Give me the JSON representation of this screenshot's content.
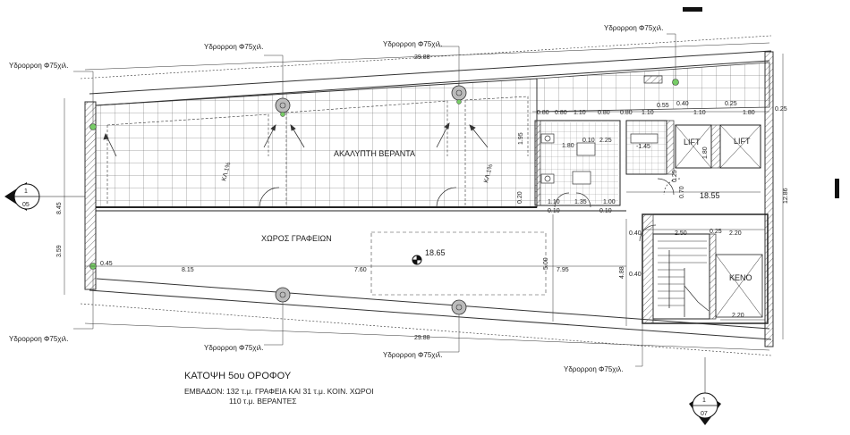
{
  "notes": {
    "drain": "Υδρορροη Φ75χιλ."
  },
  "rooms": {
    "veranda": "ΑΚΑΛΥΠΤΗ ΒΕΡΑΝΤΑ",
    "offices": "ΧΩΡΟΣ ΓΡΑΦΕΙΩΝ",
    "lift1": "LIFT",
    "lift2": "LIFT",
    "void": "ΚΕΝΟ"
  },
  "levels": {
    "main": "18.65",
    "stair": "18.55"
  },
  "slopes": {
    "s1": "ΚΛ.1%",
    "s2": "ΚΛ.1%"
  },
  "dims": {
    "top_total": "29.88",
    "bottom_total": "29.88",
    "row_815": "8.15",
    "row_760": "7.60",
    "row_795": "7.95",
    "row_045": "0.45",
    "left_845": "8.45",
    "left_359": "3.59",
    "right_1286": "12.86",
    "right_025a": "0.25",
    "v_500": "5.00",
    "v_488": "4.88",
    "d_055": "0.55",
    "d_040": "0.40",
    "d_025": "0.25",
    "d_180": "1.80",
    "d_110": "1.10",
    "d_080": "0.80",
    "d_195": "1.95",
    "d_010": "0.10",
    "d_225": "2.25",
    "d_145": "-1.45",
    "d_135": "1.35",
    "d_100": "1.00",
    "d_250": "2.50",
    "d_220": "2.20",
    "d_070": "0.70",
    "d_020": "0.20"
  },
  "section_marks": {
    "left_num": "1",
    "left_sheet": "05",
    "bottom_num": "1",
    "bottom_sheet": "07"
  },
  "caption": {
    "title": "ΚΑΤΟΨΗ 5ου ΟΡΟΦΟΥ",
    "line1": "ΕΜΒΑΔΟΝ: 132 τ.μ. ΓΡΑΦΕΙΑ ΚΑΙ  31 τ.μ. ΚΟΙΝ. ΧΩΡΟΙ",
    "line2": "110 τ.μ. ΒΕΡΑΝΤΕΣ"
  }
}
